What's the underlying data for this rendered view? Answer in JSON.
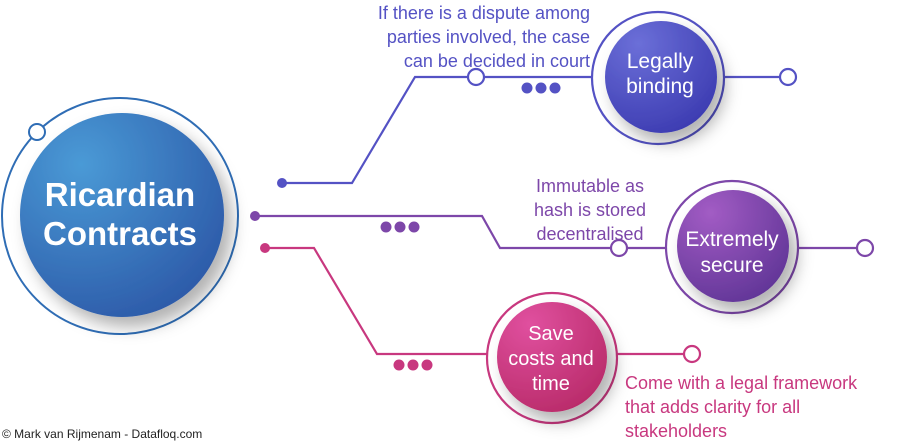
{
  "main": {
    "line1": "Ricardian",
    "line2": "Contracts",
    "color": "#2f6db5"
  },
  "branches": [
    {
      "title1": "Legally",
      "title2": "binding",
      "color": "#5452c4",
      "desc": [
        "If there is a dispute among",
        "parties involved, the case",
        "can be decided in court"
      ]
    },
    {
      "title1": "Extremely",
      "title2": "secure",
      "color": "#7d47a9",
      "desc": [
        "Immutable as",
        "hash is stored",
        "decentralised"
      ]
    },
    {
      "title1": "Save",
      "title2": "costs and",
      "title3": "time",
      "color": "#c8387f",
      "desc": [
        "Come with a legal framework",
        "that adds clarity for all",
        "stakeholders"
      ]
    }
  ],
  "credit": "© Mark van Rijmenam - Datafloq.com"
}
